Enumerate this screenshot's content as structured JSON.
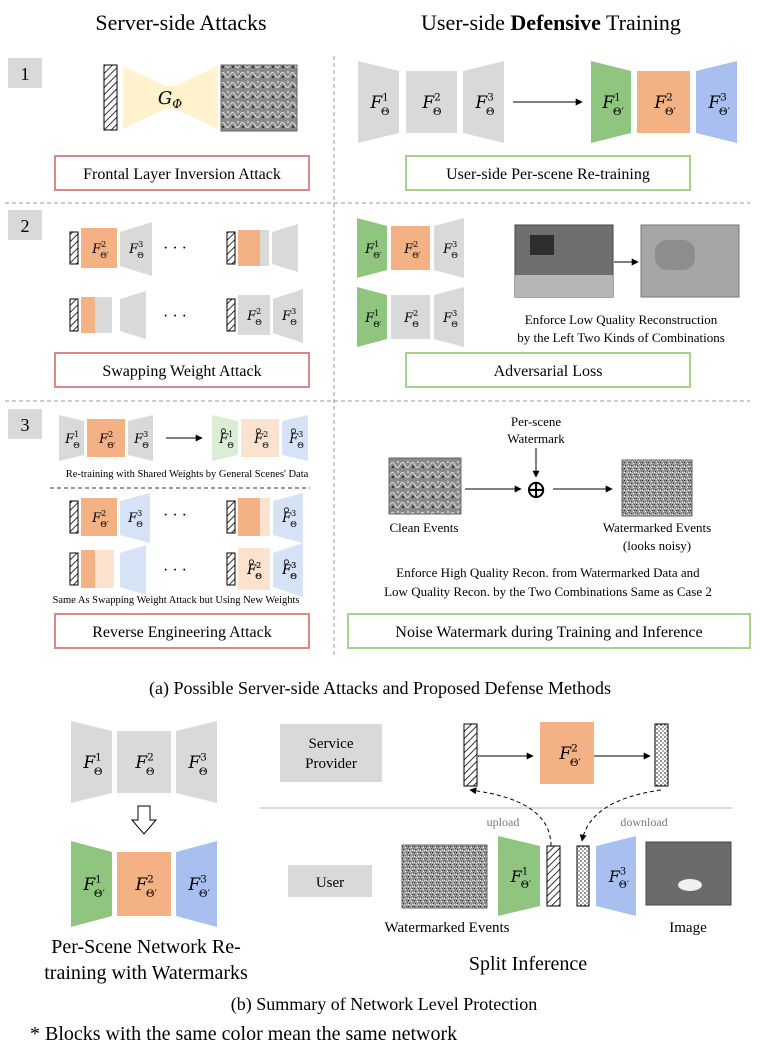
{
  "header": {
    "left_title": "Server-side Attacks",
    "right_title_pre": "User-side ",
    "right_title_bold": "Defensive",
    "right_title_post": " Training"
  },
  "rows": [
    {
      "number": "1",
      "attack_label": "Frontal Layer Inversion Attack",
      "defense_label": "User-side Per-scene Re-training"
    },
    {
      "number": "2",
      "attack_label": "Swapping Weight Attack",
      "defense_label": "Adversarial Loss"
    },
    {
      "number": "3",
      "attack_label": "Reverse Engineering Attack",
      "defense_label": "Noise Watermark during Training and Inference"
    }
  ],
  "math": {
    "generator": "G",
    "generator_sub": "Φ",
    "F": "F",
    "theta": "Θ",
    "theta_prime": "Θ′",
    "sup1": "1",
    "sup2": "2",
    "sup3": "3",
    "ellipsis": "· · ·"
  },
  "row2": {
    "caption_line1": "Enforce Low Quality Reconstruction",
    "caption_line2": "by the Left Two Kinds of Combinations"
  },
  "row3": {
    "retrain_caption": "Re-training with Shared Weights by General Scenes' Data",
    "swap_caption": "Same As Swapping Weight Attack but Using New Weights",
    "watermark_line1": "Per-scene",
    "watermark_line2": "Watermark",
    "xor_symbol": "⊕",
    "clean_events": "Clean Events",
    "watermarked_events": "Watermarked Events",
    "looks_noisy": "(looks noisy)",
    "enforce_line1": "Enforce High Quality Recon. from Watermarked Data and",
    "enforce_line2": "Low Quality Recon. by the Two Combinations Same as Case 2"
  },
  "caption_a": "(a) Possible Server-side Attacks and Proposed Defense Methods",
  "part_b": {
    "service_provider_line1": "Service",
    "service_provider_line2": "Provider",
    "user": "User",
    "upload": "upload",
    "download": "download",
    "watermarked_events": "Watermarked Events",
    "image": "Image",
    "left_caption_line1": "Per-Scene Network Re-",
    "left_caption_line2": "training with Watermarks",
    "right_caption": "Split Inference"
  },
  "caption_b": "(b) Summary of Network Level Protection",
  "footnote": "* Blocks with the same color mean the same network",
  "colors": {
    "gray": "#d9d9d9",
    "orange": "#f4b183",
    "green": "#8fc57f",
    "blue": "#a8bff0",
    "light_orange": "#fbe3cf",
    "light_green": "#dcedd5",
    "light_blue": "#d6e2f5",
    "yellow": "#fff2cc",
    "attack_border": "#d88a8a",
    "defense_border": "#a9d18e"
  }
}
